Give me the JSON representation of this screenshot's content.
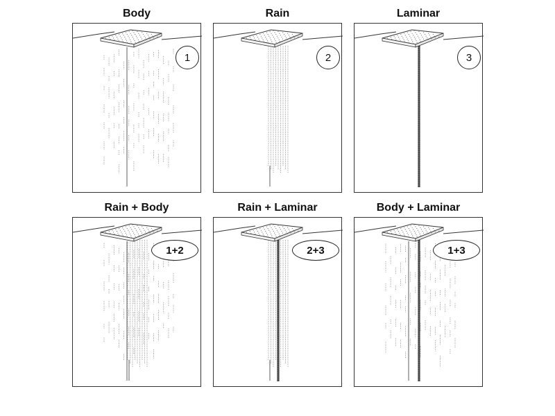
{
  "panels": [
    {
      "title": "Body",
      "badge": "1",
      "badge_shape": "circle",
      "modes": [
        "body"
      ]
    },
    {
      "title": "Rain",
      "badge": "2",
      "badge_shape": "circle",
      "modes": [
        "rain"
      ]
    },
    {
      "title": "Laminar",
      "badge": "3",
      "badge_shape": "circle",
      "modes": [
        "laminar"
      ]
    },
    {
      "title": "Rain + Body",
      "badge": "1+2",
      "badge_shape": "oval",
      "modes": [
        "rain",
        "body"
      ]
    },
    {
      "title": "Rain + Laminar",
      "badge": "2+3",
      "badge_shape": "oval",
      "modes": [
        "rain",
        "laminar"
      ]
    },
    {
      "title": "Body + Laminar",
      "badge": "1+3",
      "badge_shape": "oval",
      "modes": [
        "body",
        "laminar"
      ]
    }
  ],
  "colors": {
    "stroke": "#333333",
    "dots": "#777777",
    "laminar": "#444444",
    "background": "#ffffff"
  }
}
